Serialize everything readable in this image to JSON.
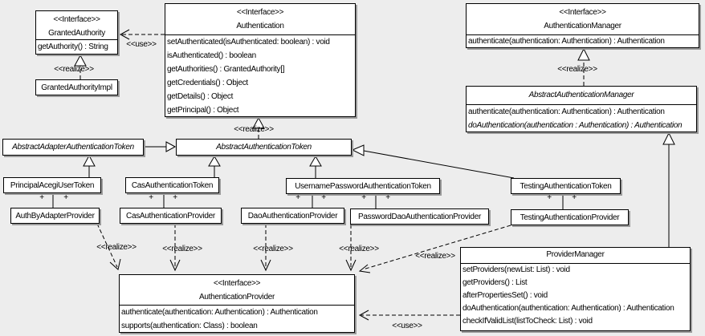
{
  "palette": {
    "background": "#ededed",
    "box_fill": "#ffffff",
    "box_border": "#000000",
    "shadow": "#9a9a9a"
  },
  "labels": {
    "use": "<<use>>",
    "realize": "<<realize>>",
    "plus": "+"
  },
  "boxes": {
    "granted_authority": {
      "stereotype": "<<Interface>>",
      "name": "GrantedAuthority",
      "methods": [
        "getAuthority() : String"
      ]
    },
    "granted_authority_impl": {
      "name": "GrantedAuthorityImpl"
    },
    "authentication": {
      "stereotype": "<<Interface>>",
      "name": "Authentication",
      "methods": [
        "setAuthenticated(isAuthenticated: boolean) : void",
        "isAuthenticated() : boolean",
        "getAuthorities() : GrantedAuthority[]",
        "getCredentials() : Object",
        "getDetails() : Object",
        "getPrincipal() : Object"
      ]
    },
    "authentication_manager": {
      "stereotype": "<<Interface>>",
      "name": "AuthenticationManager",
      "methods": [
        "authenticate(authentication: Authentication) : Authentication"
      ]
    },
    "abstract_authentication_manager": {
      "name": "AbstractAuthenticationManager",
      "methods": [
        "authenticate(authentication: Authentication) : Authentication",
        "doAuthentication(authentication : Authentication) : Authentication"
      ]
    },
    "abstract_adapter_authentication_token": {
      "name": "AbstractAdapterAuthenticationToken"
    },
    "abstract_authentication_token": {
      "name": "AbstractAuthenticationToken"
    },
    "principal_acegi_user_token": {
      "name": "PrincipalAcegiUserToken"
    },
    "cas_authentication_token": {
      "name": "CasAuthenticationToken"
    },
    "username_password_authentication_token": {
      "name": "UsernamePasswordAuthenticationToken"
    },
    "testing_authentication_token": {
      "name": "TestingAuthenticationToken"
    },
    "auth_by_adapter_provider": {
      "name": "AuthByAdapterProvider"
    },
    "cas_authentication_provider": {
      "name": "CasAuthenticationProvider"
    },
    "dao_authentication_provider": {
      "name": "DaoAuthenticationProvider"
    },
    "password_dao_authentication_provider": {
      "name": "PasswordDaoAuthenticationProvider"
    },
    "testing_authentication_provider": {
      "name": "TestingAuthenticationProvider"
    },
    "authentication_provider": {
      "stereotype": "<<Interface>>",
      "name": "AuthenticationProvider",
      "methods": [
        "authenticate(authentication: Authentication) : Authentication",
        "supports(authentication: Class) : boolean"
      ]
    },
    "provider_manager": {
      "name": "ProviderManager",
      "methods": [
        "setProviders(newList: List) : void",
        "getProviders() : List",
        "afterPropertiesSet() : void",
        "doAuthentication(authentication: Authentication) : Authentication",
        "checkIfValidList(listToCheck: List) : void"
      ]
    }
  }
}
